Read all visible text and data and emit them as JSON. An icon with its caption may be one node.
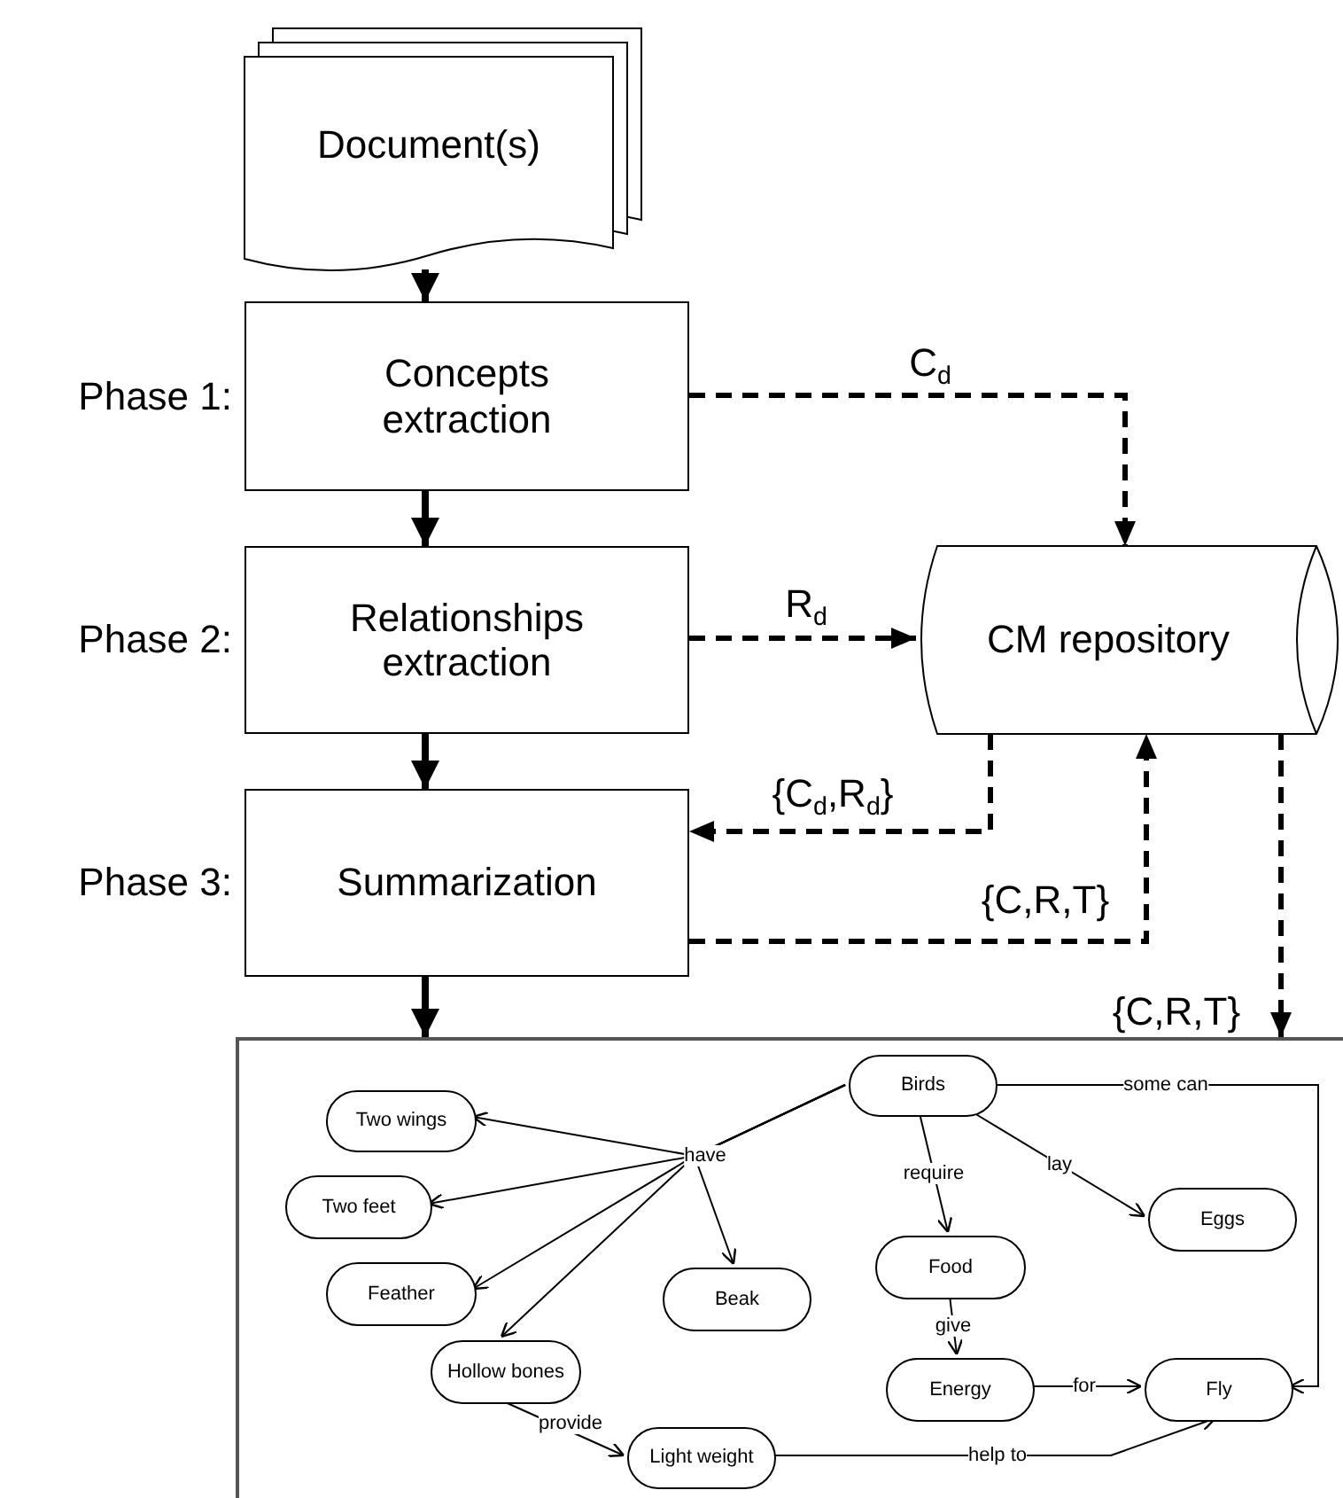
{
  "diagram": {
    "nodes": [
      {
        "text": [
          "Document(s)"
        ]
      },
      {
        "text": [
          "Concepts extraction"
        ],
        "beside": [
          "Phase 1:"
        ]
      },
      {
        "text": [
          "Relationships extraction"
        ],
        "beside": [
          "Phase 2:"
        ]
      },
      {
        "text": [
          "Summarization"
        ],
        "beside": [
          "Phase 3:"
        ]
      },
      {
        "text": [
          "CM repository"
        ]
      },
      {
        "text": [],
        "shape": "box"
      },
      {
        "text": [
          "Birds"
        ],
        "in": 5
      },
      {
        "text": [
          "Two wings"
        ],
        "in": 5
      },
      {
        "text": [
          "Two feet"
        ],
        "in": 5
      },
      {
        "text": [
          "Eggs"
        ],
        "in": 5
      },
      {
        "text": [
          "Food"
        ],
        "in": 5
      },
      {
        "text": [
          "Feather"
        ],
        "in": 5
      },
      {
        "text": [
          "Beak"
        ],
        "in": 5
      },
      {
        "text": [
          "Hollow bones"
        ],
        "in": 5
      },
      {
        "text": [
          "Energy"
        ],
        "in": 5
      },
      {
        "text": [
          "Fly"
        ],
        "in": 5
      },
      {
        "text": [
          "Light weight"
        ],
        "in": 5
      }
    ],
    "edges": [
      {
        "from": 0,
        "to": 1,
        "arrow": "to",
        "style": "thick"
      },
      {
        "from": 1,
        "to": 2,
        "arrow": "to",
        "style": "thick"
      },
      {
        "from": 2,
        "to": 3,
        "arrow": "to",
        "style": "thick"
      },
      {
        "from": 3,
        "to": 5,
        "arrow": "to",
        "style": "thick"
      },
      {
        "from": 1,
        "to": 4,
        "arrow": "to",
        "style": "dashed",
        "label": "C$_{d}$"
      },
      {
        "from": 2,
        "to": 4,
        "arrow": "to",
        "style": "dashed",
        "label": "R$_{d}$"
      },
      {
        "from": 4,
        "to": 3,
        "arrow": "to",
        "style": "dashed",
        "label": "{C$_{d}$,R$_{d}$}"
      },
      {
        "from": 3,
        "to": 4,
        "arrow": "to",
        "style": "dashed",
        "label": "{C,R,T}"
      },
      {
        "from": 4,
        "to": 5,
        "arrow": "to",
        "style": "dashed",
        "label": "{C,R,T}"
      },
      {
        "from": 6,
        "to": 7,
        "arrow": "to",
        "label": "have"
      },
      {
        "from": 6,
        "to": 8,
        "arrow": "to"
      },
      {
        "from": 6,
        "to": 11,
        "arrow": "to"
      },
      {
        "from": 6,
        "to": 13,
        "arrow": "to"
      },
      {
        "from": 6,
        "to": 12,
        "arrow": "to"
      },
      {
        "from": 6,
        "to": 10,
        "arrow": "to",
        "label": "require"
      },
      {
        "from": 6,
        "to": 9,
        "arrow": "to",
        "label": "lay"
      },
      {
        "from": 6,
        "to": 15,
        "arrow": "to",
        "label": "some can"
      },
      {
        "from": 10,
        "to": 14,
        "arrow": "to",
        "label": "give"
      },
      {
        "from": 14,
        "to": 15,
        "arrow": "to",
        "label": "for"
      },
      {
        "from": 13,
        "to": 16,
        "arrow": "to",
        "label": "provide"
      },
      {
        "from": 16,
        "to": 15,
        "arrow": "to",
        "label": "help to"
      }
    ]
  }
}
